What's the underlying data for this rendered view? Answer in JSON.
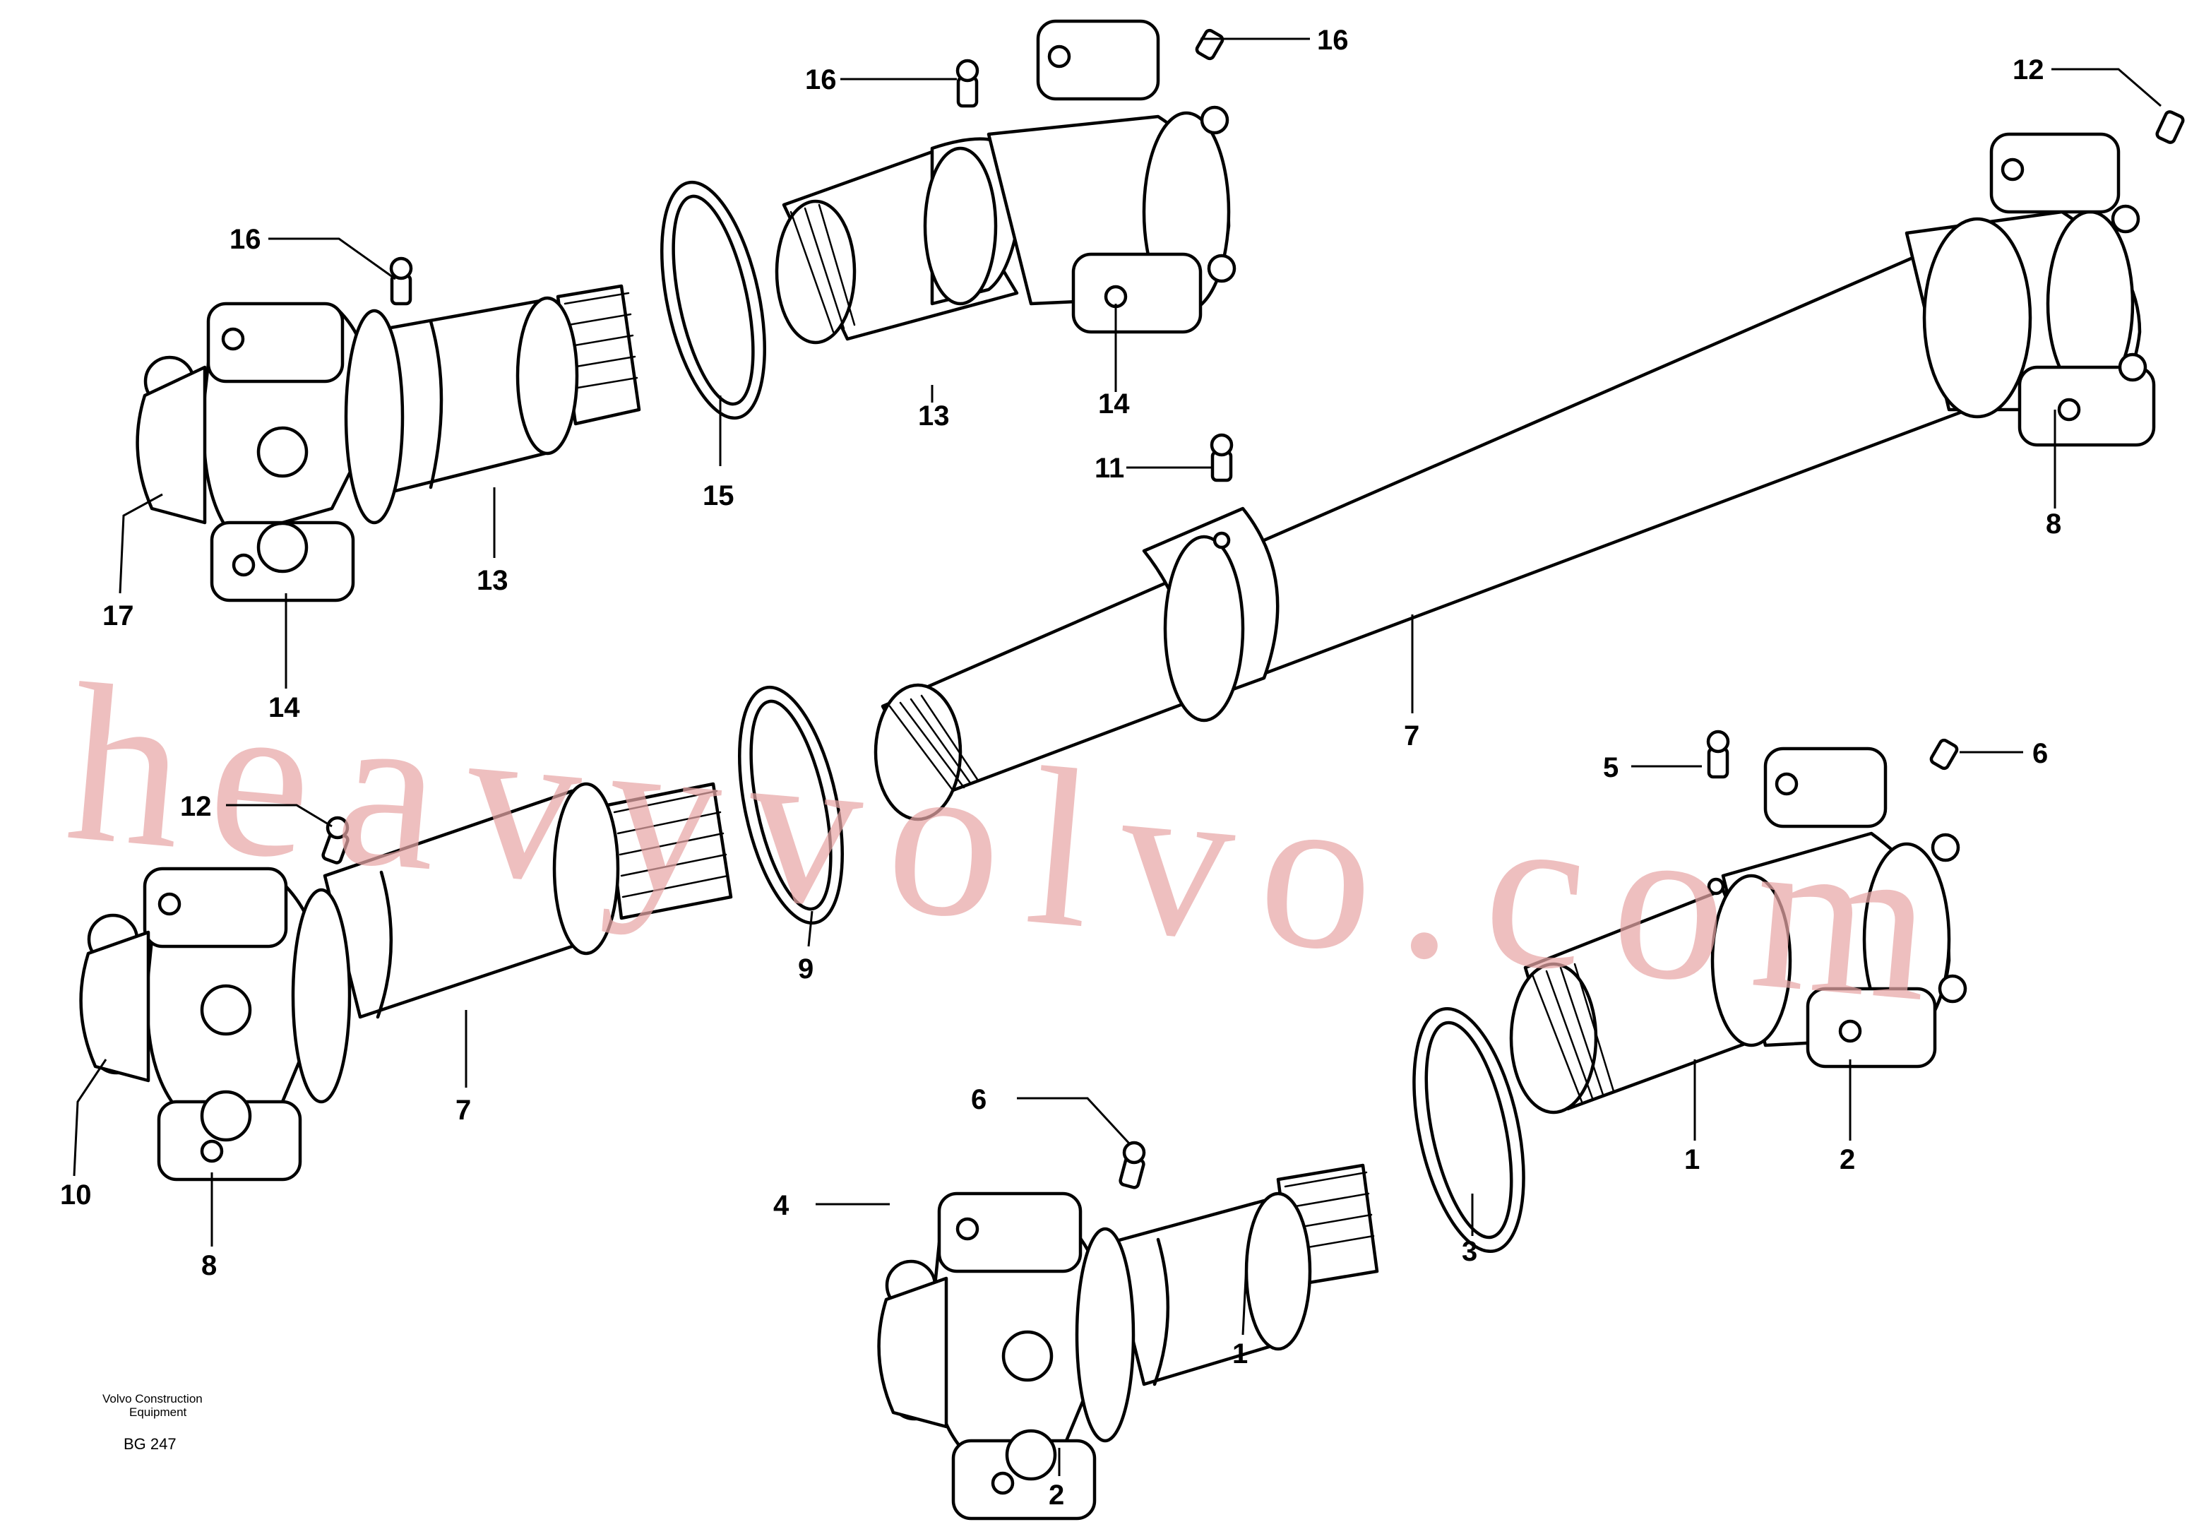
{
  "watermark": "heavyvolvo.com",
  "footer": {
    "publisher_line1": "Volvo Construction",
    "publisher_line2": "Equipment",
    "drawing_code": "BG 247"
  },
  "callouts": {
    "c16a": "16",
    "c16b": "16",
    "c16c": "16",
    "c12a": "12",
    "c12b": "12",
    "c13a": "13",
    "c13b": "13",
    "c14a": "14",
    "c14b": "14",
    "c15": "15",
    "c17": "17",
    "c11": "11",
    "c8a": "8",
    "c8b": "8",
    "c7a": "7",
    "c7b": "7",
    "c9": "9",
    "c10": "10",
    "c5": "5",
    "c6a": "6",
    "c6b": "6",
    "c4": "4",
    "c1a": "1",
    "c1b": "1",
    "c2a": "2",
    "c2b": "2",
    "c3": "3"
  }
}
